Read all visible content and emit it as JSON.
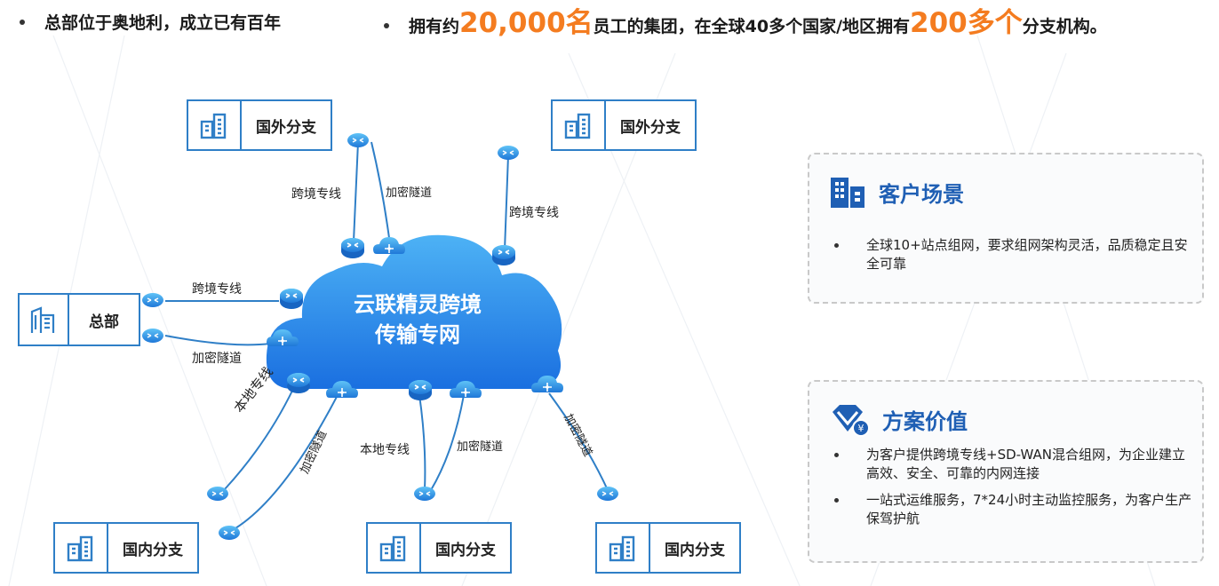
{
  "top": {
    "bullet1": "总部位于奥地利，成立已有百年",
    "bullet2_pre": "拥有约",
    "bullet2_num1": "20,000名",
    "bullet2_mid": "员工的集团，在全球40多个国家/地区拥有",
    "bullet2_num2": "200多个",
    "bullet2_post": "分支机构。",
    "accent_color": "#f47c20"
  },
  "diagram": {
    "cloud_line1": "云联精灵跨境",
    "cloud_line2": "传输专网",
    "offices": {
      "overseas_left": "国外分支",
      "overseas_right": "国外分支",
      "hq": "总部",
      "domestic_left": "国内分支",
      "domestic_mid": "国内分支",
      "domestic_right": "国内分支"
    },
    "links": {
      "top_left_line": "跨境专线",
      "top_left_tunnel": "加密隧道",
      "top_right_line": "跨境专线",
      "hq_line": "跨境专线",
      "hq_tunnel": "加密隧道",
      "bl_line": "本地专线",
      "bl_tunnel": "加密隧道",
      "bm_line": "本地专线",
      "bm_tunnel": "加密隧道",
      "br_tunnel": "加密隧道"
    },
    "brand_color": "#2f7fc7"
  },
  "scenario": {
    "title": "客户场景",
    "items": [
      "全球10+站点组网，要求组网架构灵活，品质稳定且安全可靠"
    ]
  },
  "value": {
    "title": "方案价值",
    "items": [
      "为客户提供跨境专线+SD-WAN混合组网，为企业建立高效、安全、可靠的内网连接",
      "一站式运维服务，7*24小时主动监控服务，为客户生产保驾护航"
    ]
  }
}
